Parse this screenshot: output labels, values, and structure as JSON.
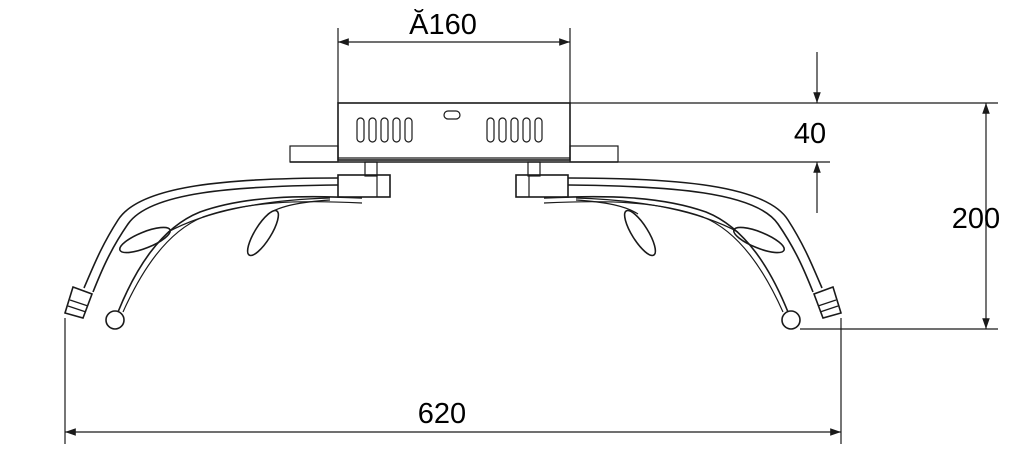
{
  "dimensions": {
    "diameter": "Ă160",
    "height_canopy": "40",
    "height_total": "200",
    "width_total": "620"
  },
  "colors": {
    "line": "#1a1a1a",
    "background": "#ffffff",
    "canopy_stipple": "#cfcfcf"
  }
}
